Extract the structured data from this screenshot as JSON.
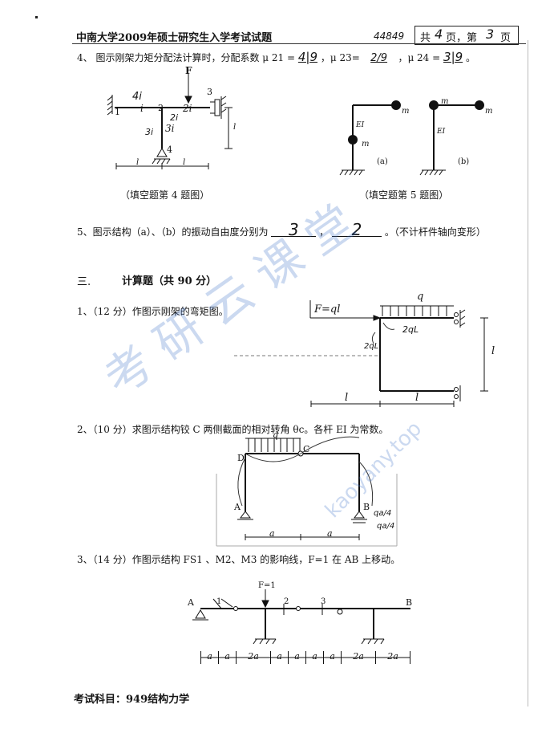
{
  "header": {
    "title": "中南大学2009年硕士研究生入学考试试题",
    "code": "44849",
    "page_prefix": "共",
    "total_pages": "4",
    "page_mid": "页，第",
    "current_page": "3",
    "page_suffix": "页"
  },
  "q4": {
    "text": "4、  图示刚架力矩分配法计算时，分配系数 μ 21 =",
    "mu21": "4|9",
    "mu23_label": "，μ 23=",
    "mu23": "2/9",
    "mu24_label": "，μ 24 =",
    "mu24": "3|9",
    "end": "。",
    "caption": "（填空题第 4 题图）",
    "fig": {
      "F": "F",
      "n1": "1",
      "n2": "2",
      "n3": "3",
      "n4": "4",
      "k4i": "4i",
      "ki": "i",
      "k2i": "2i",
      "k3i": "3i",
      "hand4i": "4i",
      "hand2i": "2i",
      "hand3i": "3i",
      "l1": "l",
      "l2": "l",
      "lv": "l"
    }
  },
  "q5": {
    "caption": "（填空题第 5 题图）",
    "fig": {
      "m": "m",
      "EI": "EI",
      "a": "(a)",
      "b": "(b)"
    },
    "text_pre": "5、图示结构（a）、（b）的振动自由度分别为",
    "ans_a": "3",
    "sep": "，",
    "ans_b": "2",
    "text_post": "。（不计杆件轴向变形）"
  },
  "section3": {
    "num": "三.",
    "title": "计算题（共 90 分）"
  },
  "c1": {
    "text": "1、（12 分）作图示刚架的弯矩图。",
    "fig": {
      "F": "F=ql",
      "q": "q",
      "l_v": "l",
      "l1": "l",
      "l2": "l",
      "hand_2ql": "2qL",
      "hand_2ql2": "2qL"
    }
  },
  "c2": {
    "text": "2、（10 分）求图示结构铰 C 两侧截面的相对转角 θc。各杆 EI 为常数。",
    "fig": {
      "q": "q",
      "A": "A",
      "B": "B",
      "C": "C",
      "D": "D",
      "a1": "a",
      "a2": "a",
      "hand1": "qa/4",
      "hand2": "qa/4"
    }
  },
  "c3": {
    "text": "3、（14 分）作图示结构 FS1 、M2、M3 的影响线，F=1 在 AB 上移动。",
    "fig": {
      "A": "A",
      "B": "B",
      "F1": "F=1",
      "s1": "1",
      "s2": "2",
      "s3": "3",
      "dims": [
        "a",
        "a",
        "2a",
        "a",
        "a",
        "a",
        "a",
        "2a",
        "2a"
      ]
    }
  },
  "footer": {
    "text": "考试科目：949结构力学"
  },
  "watermark": {
    "cn": "考 研 云 课 堂",
    "url": "kaoyany.top"
  }
}
